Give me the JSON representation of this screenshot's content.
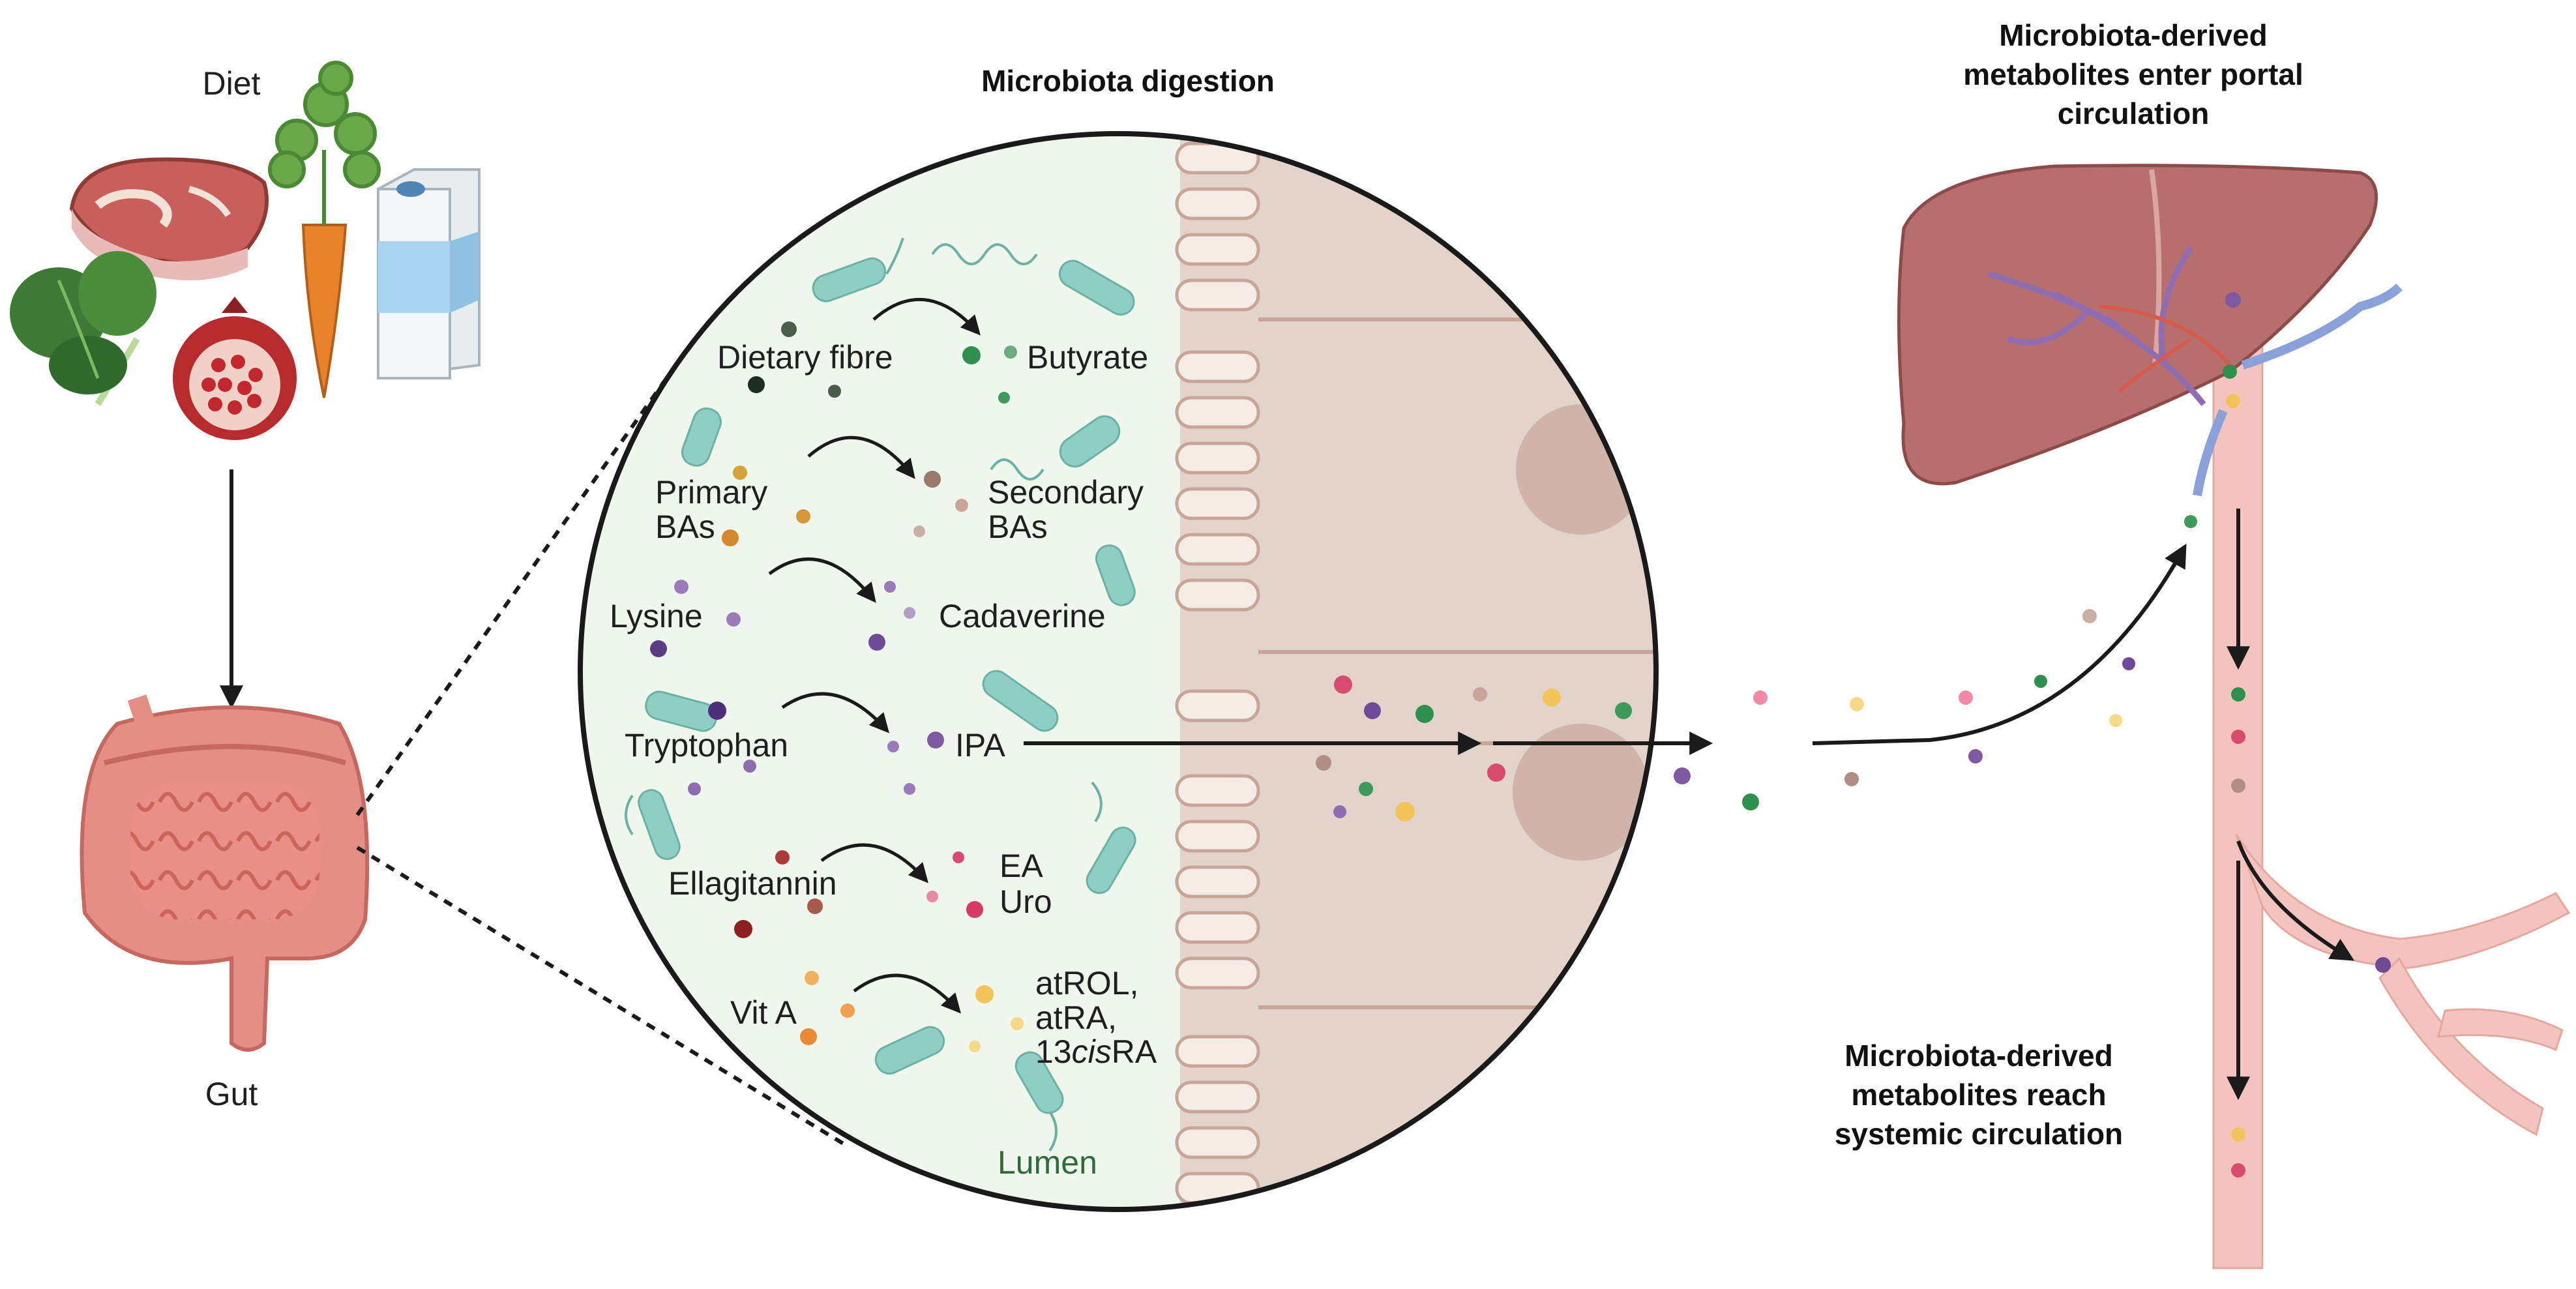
{
  "diet": {
    "title": "Diet",
    "gut_label": "Gut"
  },
  "digestion": {
    "title": "Microbiota digestion",
    "lumen_label": "Lumen",
    "conversions": [
      {
        "from": "Dietary fibre",
        "to": "Butyrate"
      },
      {
        "from": "Primary BAs",
        "to": "Secondary BAs"
      },
      {
        "from": "Lysine",
        "to": "Cadaverine"
      },
      {
        "from": "Tryptophan",
        "to": "IPA"
      },
      {
        "from": "Ellagitannin",
        "to": "EA Uro"
      },
      {
        "from": "Vit A",
        "to": "atROL, atRA, 13cisRA"
      }
    ],
    "text": {
      "primary_1": "Primary",
      "primary_2": "BAs",
      "secondary_1": "Secondary",
      "secondary_2": "BAs",
      "ea": "EA",
      "uro": "Uro",
      "atrol": "atROL,",
      "atra": "atRA,",
      "cis_prefix": "13",
      "cis_italic": "cis",
      "cis_suffix": "RA"
    }
  },
  "portal": {
    "title_lines": [
      "Microbiota-derived",
      "metabolites enter portal",
      "circulation"
    ]
  },
  "systemic": {
    "title_lines": [
      "Microbiota-derived",
      "metabolites reach",
      "systemic circulation"
    ]
  },
  "colors": {
    "lumen_bg": "#eff6ec",
    "epithelium": "#e2d3cb",
    "bacteria": "#8fcfc3",
    "liver": "#b66f6c",
    "vessel": "#f3c4be",
    "butyrate": "#3d9a5a",
    "bile_acid": "#d8953a",
    "cadaverine": "#7f5aa0",
    "ellagitannin": "#b03838",
    "retinoid": "#f2c660"
  }
}
